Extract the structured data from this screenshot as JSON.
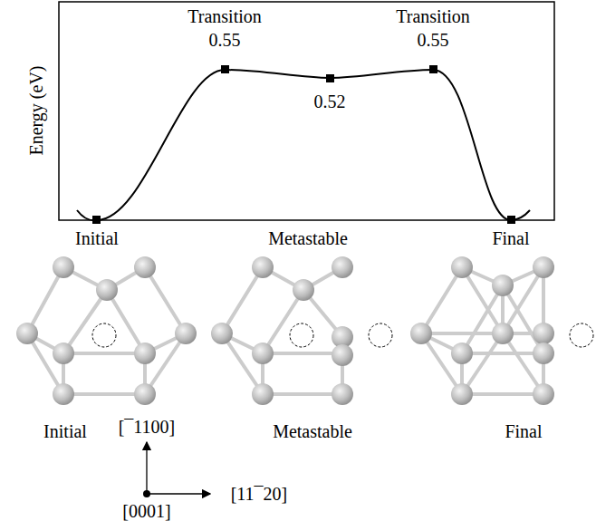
{
  "diagram": {
    "labels": [
      "Transition",
      "Transition",
      "0.55",
      "0.52",
      "0.55",
      "Energy (eV)",
      "Initial",
      "Metastable",
      "Final",
      "Initial",
      "Metastable",
      "Final",
      "[¯1100]",
      "[11¯20]",
      "[0001]"
    ]
  }
}
